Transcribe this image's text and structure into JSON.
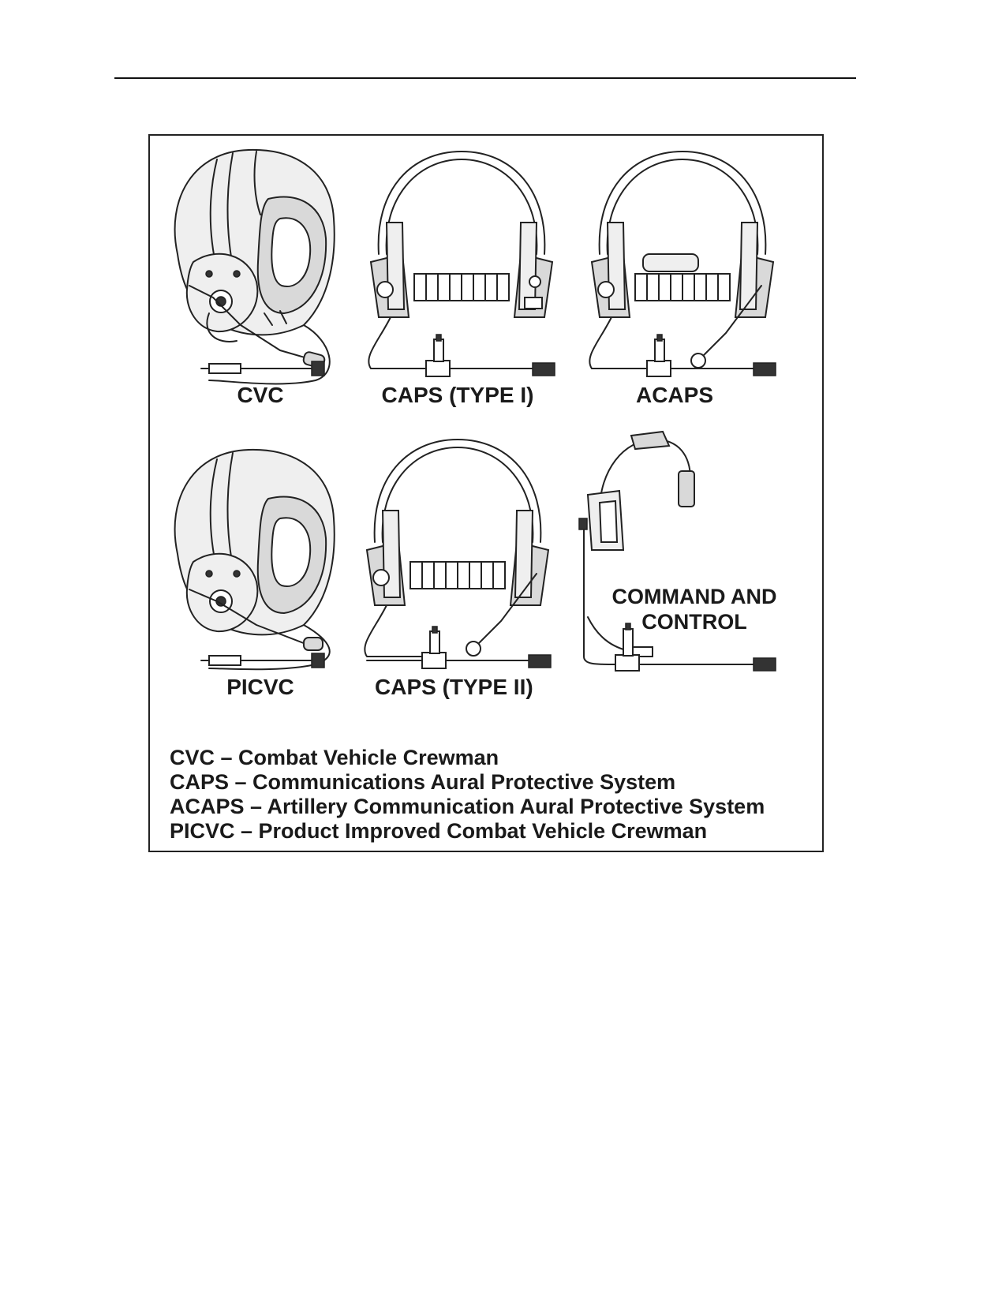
{
  "figure": {
    "labels": {
      "cvc": "CVC",
      "caps_type1": "CAPS (TYPE I)",
      "acaps": "ACAPS",
      "picvc": "PICVC",
      "caps_type2": "CAPS (TYPE II)",
      "command_control_line1": "COMMAND AND",
      "command_control_line2": "CONTROL"
    },
    "legend": [
      "CVC – Combat Vehicle Crewman",
      "CAPS – Communications Aural Protective System",
      "ACAPS – Artillery Communication Aural Protective System",
      "PICVC – Product Improved Combat Vehicle Crewman"
    ]
  }
}
